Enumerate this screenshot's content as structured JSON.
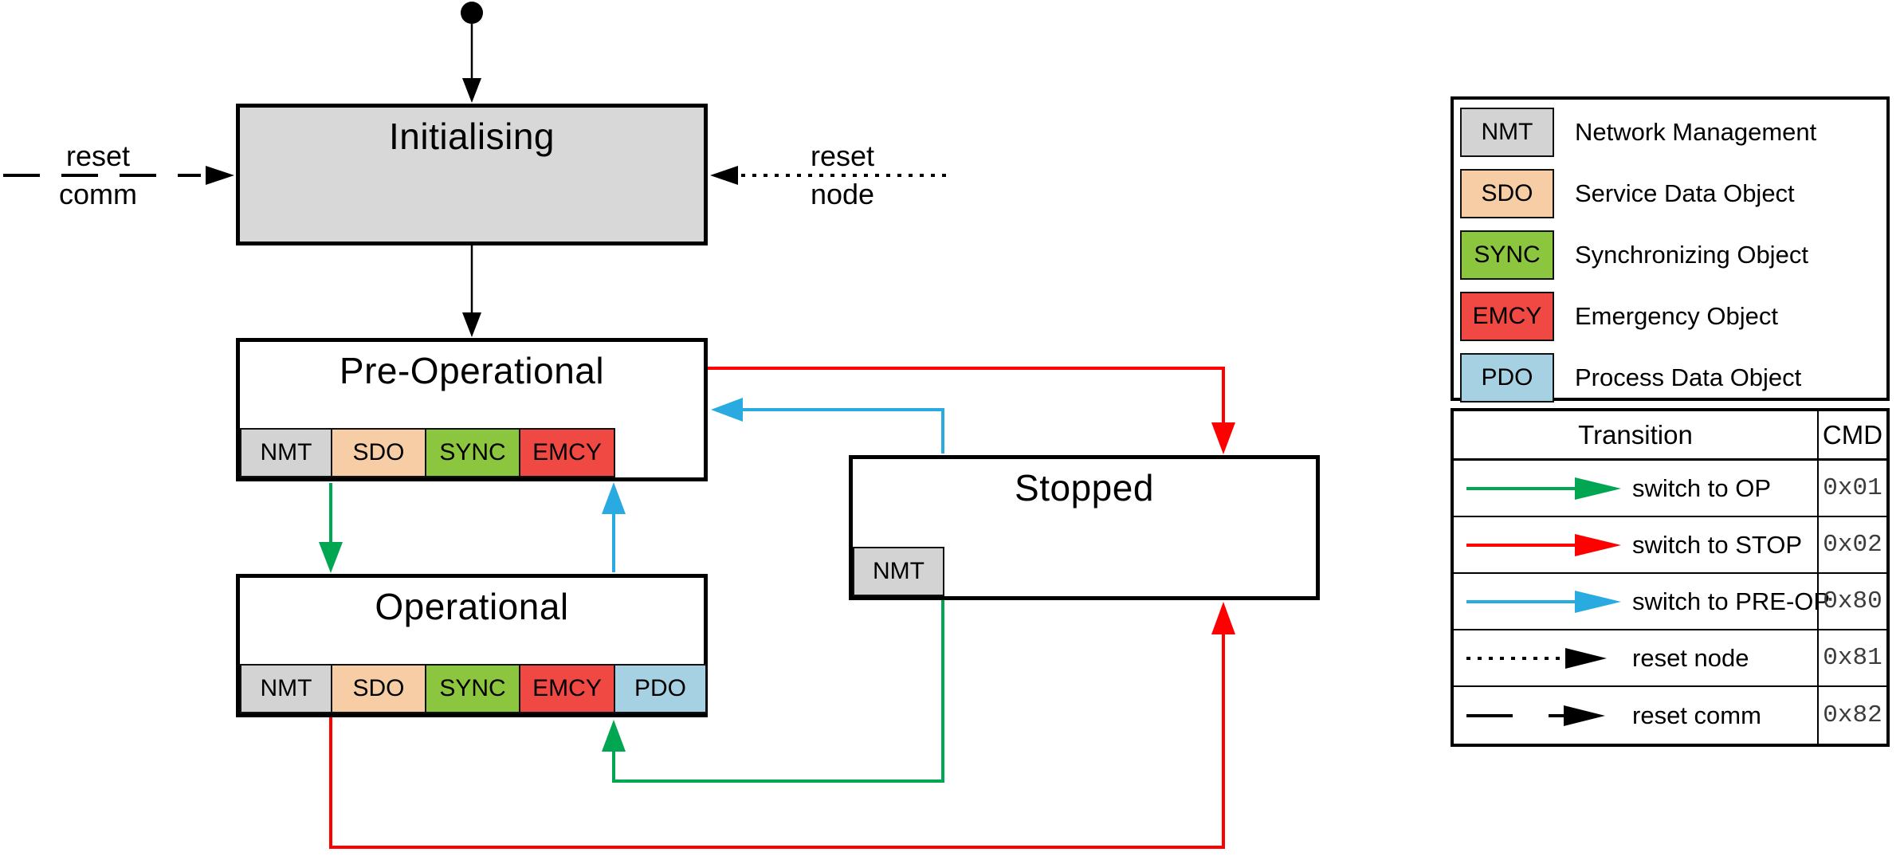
{
  "states": {
    "initialising": {
      "title": "Initialising"
    },
    "pre_operational": {
      "title": "Pre-Operational",
      "tags": [
        "NMT",
        "SDO",
        "SYNC",
        "EMCY"
      ]
    },
    "operational": {
      "title": "Operational",
      "tags": [
        "NMT",
        "SDO",
        "SYNC",
        "EMCY",
        "PDO"
      ]
    },
    "stopped": {
      "title": "Stopped",
      "tags": [
        "NMT"
      ]
    }
  },
  "edge_labels": {
    "reset_comm": {
      "line1": "reset",
      "line2": "comm"
    },
    "reset_node": {
      "line1": "reset",
      "line2": "node"
    }
  },
  "legend": {
    "items": [
      {
        "tag": "NMT",
        "label": "Network Management",
        "color": "#d3d3d3"
      },
      {
        "tag": "SDO",
        "label": "Service Data Object",
        "color": "#f7cda6"
      },
      {
        "tag": "SYNC",
        "label": "Synchronizing Object",
        "color": "#8cc63e"
      },
      {
        "tag": "EMCY",
        "label": "Emergency Object",
        "color": "#f04843"
      },
      {
        "tag": "PDO",
        "label": "Process Data Object",
        "color": "#a6d1e2"
      }
    ]
  },
  "transition_table": {
    "headers": {
      "transition": "Transition",
      "cmd": "CMD"
    },
    "rows": [
      {
        "label": "switch to OP",
        "cmd": "0x01",
        "color": "#00a651",
        "style": "solid"
      },
      {
        "label": "switch to STOP",
        "cmd": "0x02",
        "color": "#fe0000",
        "style": "solid"
      },
      {
        "label": "switch to PRE-OP",
        "cmd": "0x80",
        "color": "#29abe2",
        "style": "solid"
      },
      {
        "label": "reset node",
        "cmd": "0x81",
        "color": "#000000",
        "style": "dotted"
      },
      {
        "label": "reset comm",
        "cmd": "0x82",
        "color": "#000000",
        "style": "dashed"
      }
    ]
  },
  "colors": {
    "state_fill_init": "#d8d8d8",
    "arrow_green": "#00a651",
    "arrow_red": "#fe0000",
    "arrow_blue": "#29abe2",
    "arrow_black": "#000000"
  }
}
